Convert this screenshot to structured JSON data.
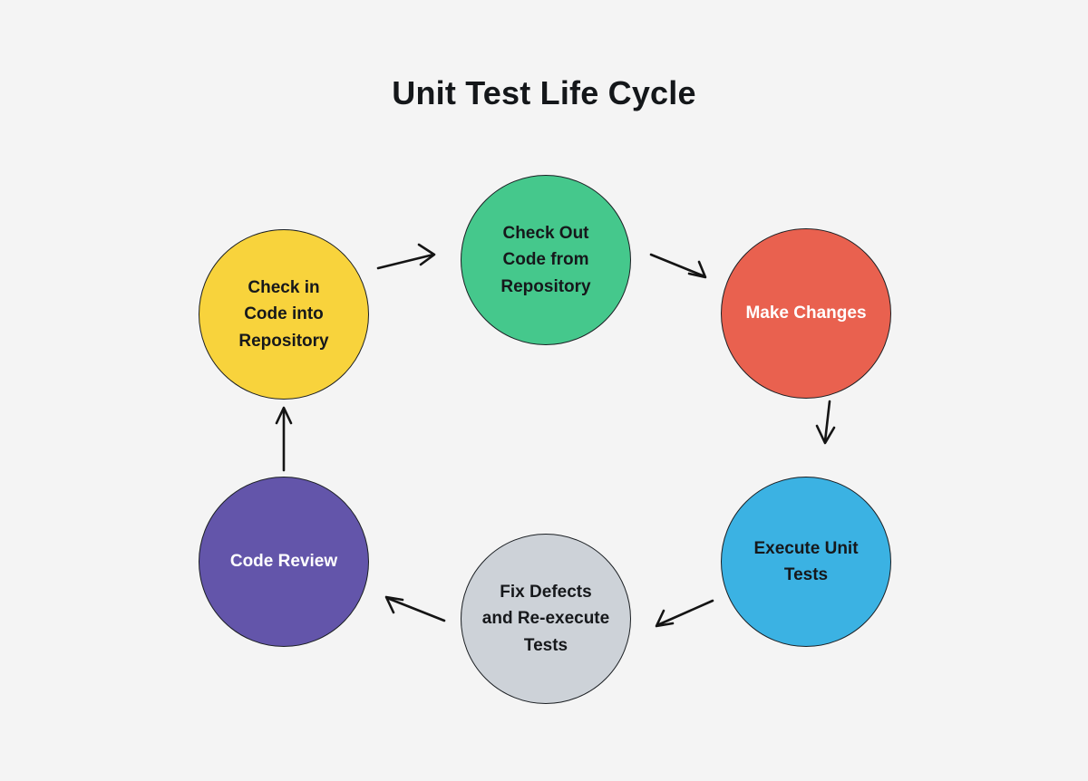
{
  "diagram": {
    "title": "Unit Test Life Cycle",
    "background_color": "#f4f4f4",
    "type": "cycle-flowchart",
    "nodes": [
      {
        "id": "check-in-code",
        "label": "Check in\nCode into\nRepository",
        "color": "#f8d33c",
        "text_color": "#16181b",
        "order": 6
      },
      {
        "id": "check-out-code",
        "label": "Check Out\nCode from\nRepository",
        "color": "#45c88c",
        "text_color": "#16181b",
        "order": 1
      },
      {
        "id": "make-changes",
        "label": "Make Changes",
        "color": "#e9614f",
        "text_color": "#ffffff",
        "order": 2
      },
      {
        "id": "execute-unit-tests",
        "label": "Execute Unit\nTests",
        "color": "#3bb2e3",
        "text_color": "#16181b",
        "order": 3
      },
      {
        "id": "fix-defects",
        "label": "Fix Defects\nand Re-execute\nTests",
        "color": "#cdd2d8",
        "text_color": "#16181b",
        "order": 4
      },
      {
        "id": "code-review",
        "label": "Code Review",
        "color": "#6355aa",
        "text_color": "#ffffff",
        "order": 5
      }
    ],
    "arrows": [
      {
        "id": "checkin-to-checkout",
        "from": "check-in-code",
        "to": "check-out-code"
      },
      {
        "id": "checkout-to-changes",
        "from": "check-out-code",
        "to": "make-changes"
      },
      {
        "id": "changes-to-execute",
        "from": "make-changes",
        "to": "execute-unit-tests"
      },
      {
        "id": "execute-to-fix",
        "from": "execute-unit-tests",
        "to": "fix-defects"
      },
      {
        "id": "fix-to-review",
        "from": "fix-defects",
        "to": "code-review"
      },
      {
        "id": "review-to-checkin",
        "from": "code-review",
        "to": "check-in-code"
      }
    ],
    "arrow_color": "#141414"
  }
}
